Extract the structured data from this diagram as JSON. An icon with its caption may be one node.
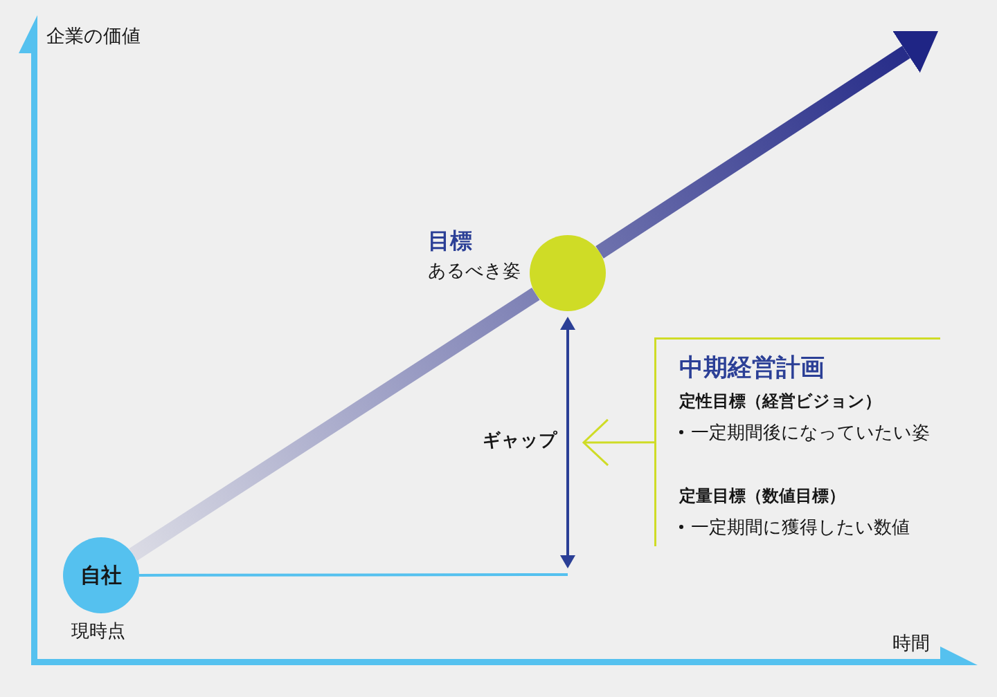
{
  "diagram": {
    "nodes": [
      {
        "text": [],
        "shape": "circle",
        "beside": [
          "目標",
          "あるべき姿"
        ]
      },
      {
        "text": [
          "中期経営計画",
          "定性目標（経営ビジョン）",
          "一定期間後になっていたい姿",
          "定量目標（数値目標）",
          "一定期間に獲得したい数値"
        ]
      },
      {
        "text": [
          "自社"
        ],
        "beside": [
          "現時点"
        ]
      }
    ],
    "edges": [
      {
        "from": 2,
        "to": 0,
        "arrow": "none",
        "style": "thick",
        "color": "#1f2585"
      },
      {
        "from": 0,
        "to": null,
        "arrow": "to",
        "style": "thick",
        "color": "#1f2585"
      },
      {
        "from": 2,
        "to": null,
        "arrow": "none",
        "color": "#55c1ef"
      },
      {
        "from": 1,
        "to": null,
        "arrow": "to",
        "color": "#cfdc26"
      }
    ],
    "labels": [
      "企業の価値",
      "ギャップ",
      "時間"
    ]
  }
}
